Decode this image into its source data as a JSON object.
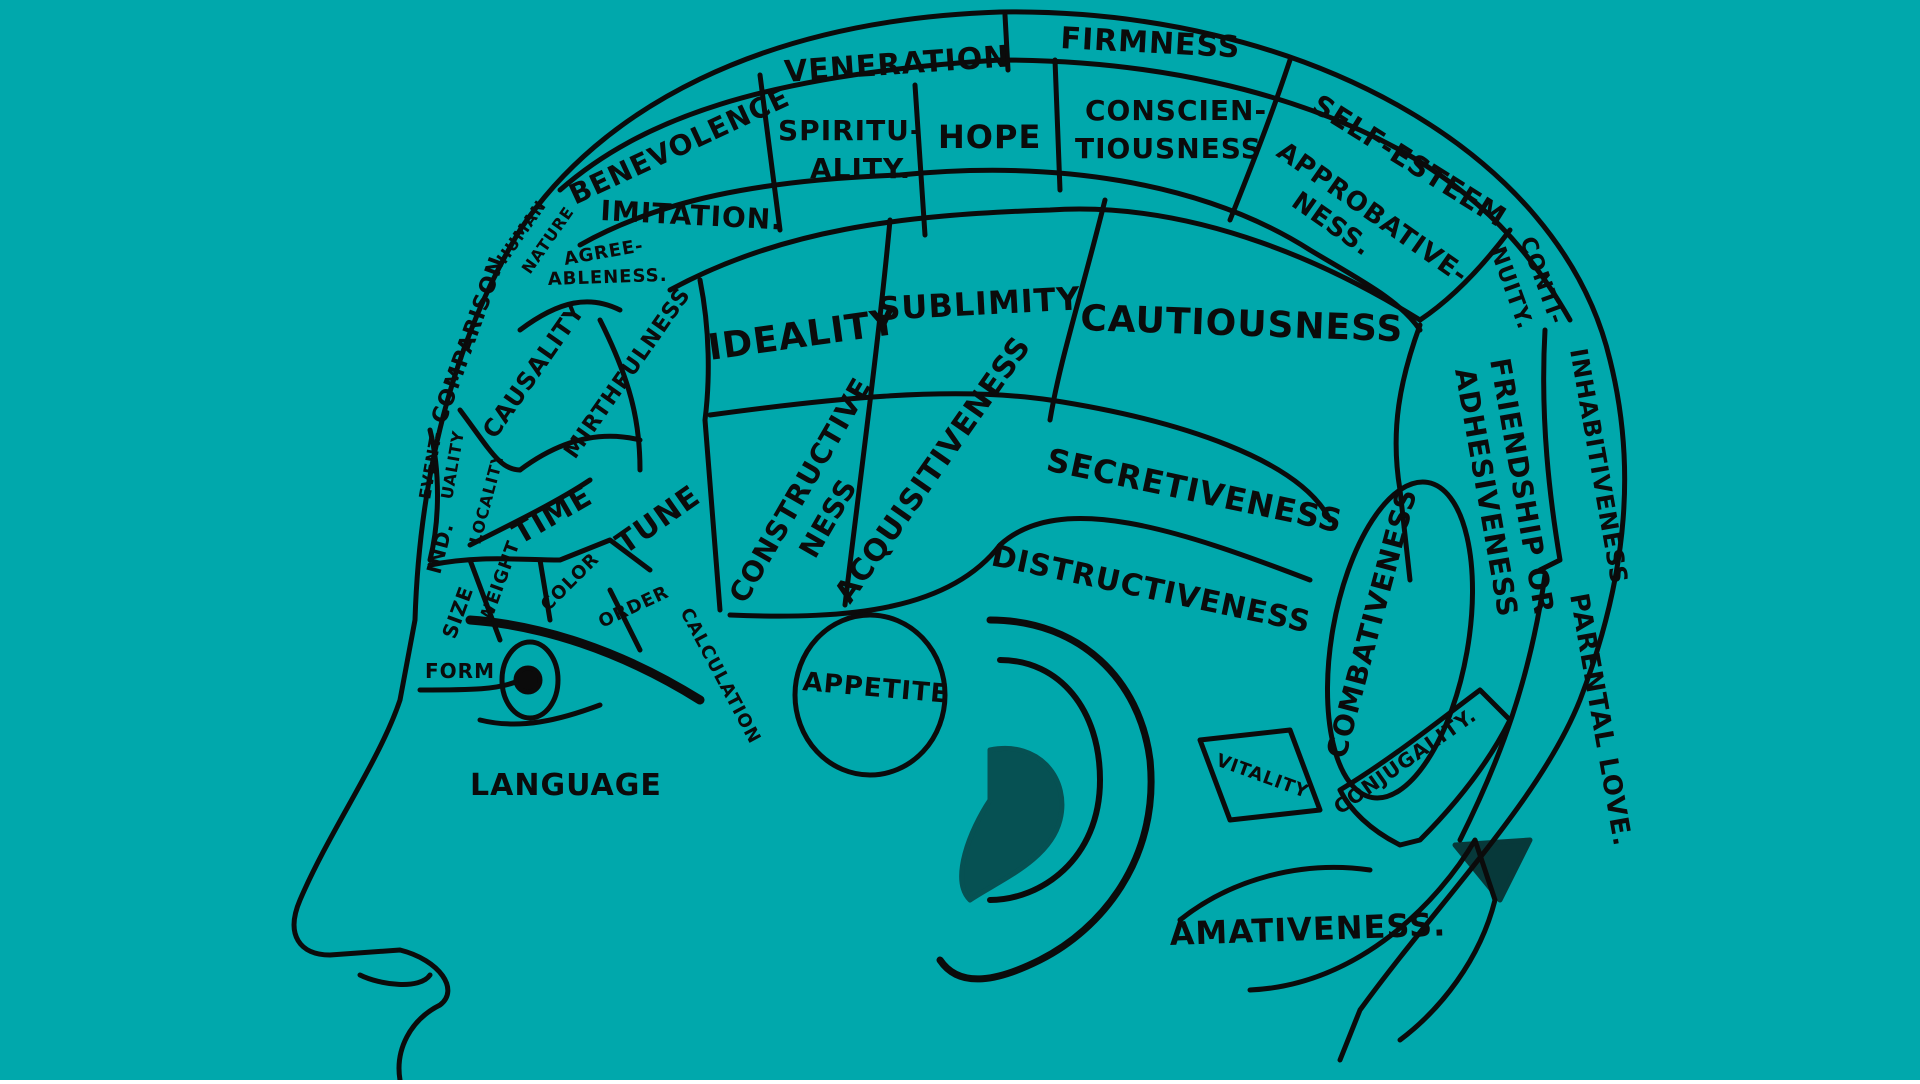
{
  "colors": {
    "background": "#00A8AC",
    "ink": "#0B0B0B"
  },
  "regions": {
    "firmness": "FIRMNESS",
    "veneration": "VENERATION",
    "benevolence": "BENEVOLENCE",
    "self_esteem": "SELF-ESTEEM",
    "spirituality_1": "SPIRITU-",
    "spirituality_2": "ALITY.",
    "hope": "HOPE",
    "conscientiousness_1": "CONSCIEN-",
    "conscientiousness_2": "TIOUSNESS",
    "approbativeness_1": "APPROBATIVE-",
    "approbativeness_2": "NESS.",
    "continuity_1": "CONTI-",
    "continuity_2": "NUITY.",
    "human_nature_1": "HUMAN",
    "human_nature_2": "NATURE",
    "imitation": "IMITATION.",
    "agreeableness_1": "AGREE-",
    "agreeableness_2": "ABLENESS.",
    "comparison": "COMPARISON",
    "causality": "CAUSALITY",
    "mirthfulness": "MIRTHFULNESS",
    "ideality": "IDEALITY",
    "sublimity": "SUBLIMITY",
    "cautiousness": "CAUTIOUSNESS",
    "inhabitiveness": "INHABITIVENESS",
    "friendship_1": "FRIENDSHIP OR",
    "friendship_2": "ADHESIVENESS",
    "eventuality_1": "EVENT-",
    "eventuality_2": "UALITY",
    "individuality": "IND.",
    "locality": "LOCALITY",
    "time": "TIME",
    "tune": "TUNE",
    "constructiveness_1": "CONSTRUCTIVE",
    "constructiveness_2": "NESS",
    "acquisitiveness": "ACQUISITIVENESS",
    "secretiveness": "SECRETIVENESS",
    "destructiveness": "DISTRUCTIVENESS",
    "combativeness": "COMBATIVENESS",
    "size": "SIZE",
    "weight": "WEIGHT",
    "color": "COLOR",
    "order": "ORDER",
    "calculation": "CALCULATION",
    "form": "FORM",
    "appetite": "APPETITE",
    "vitality": "VITALITY",
    "conjugality": "CONJUGALITY.",
    "parental_love": "PARENTAL LOVE.",
    "language": "LANGUAGE",
    "amativeness": "AMATIVENESS."
  }
}
